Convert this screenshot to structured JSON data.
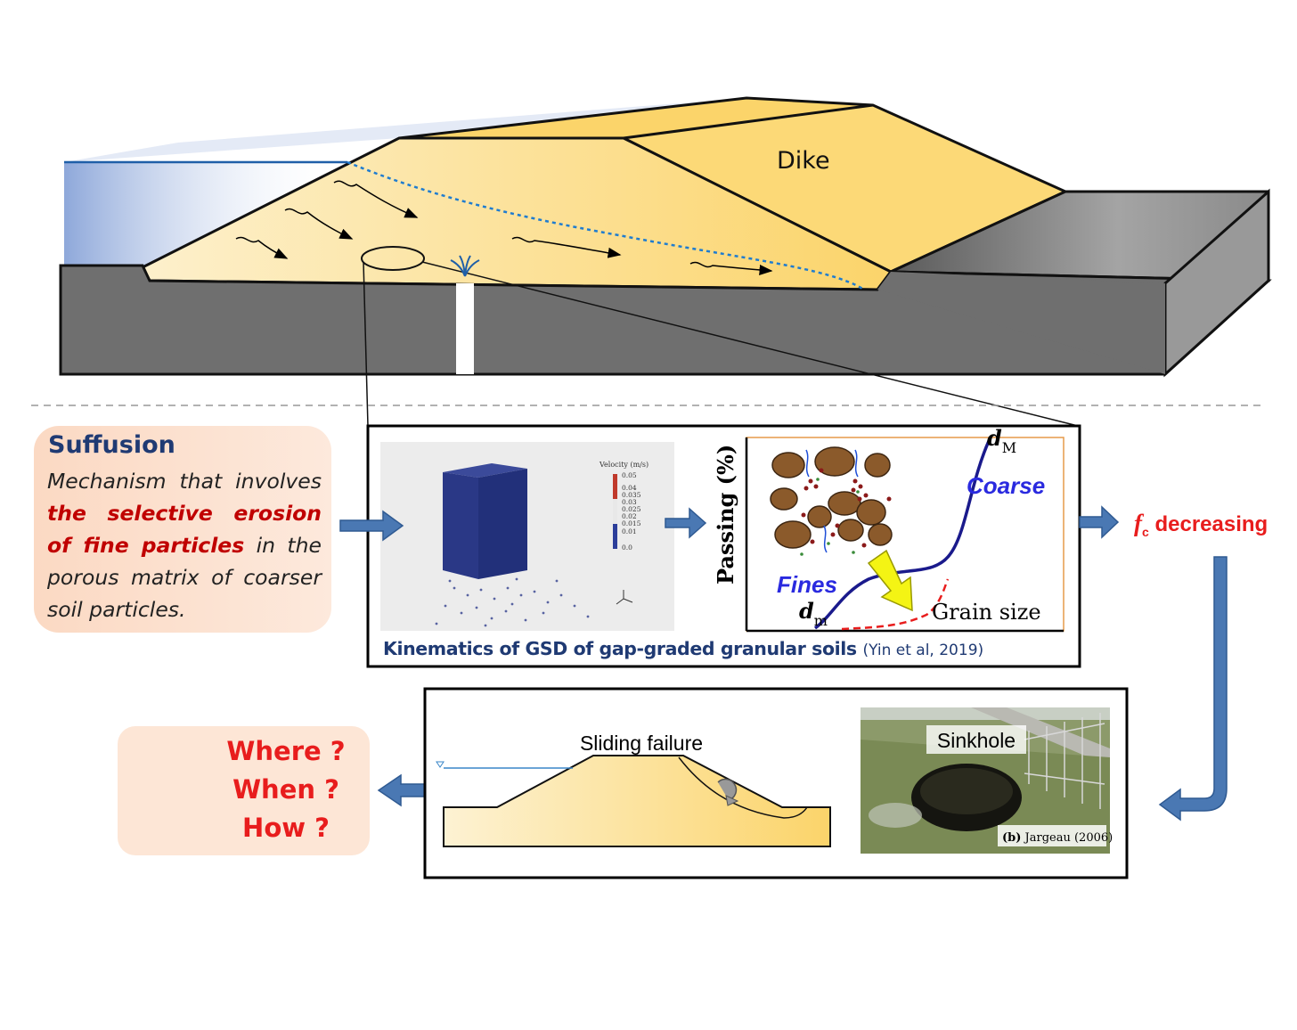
{
  "diagram": {
    "dike_label": "Dike",
    "suffusion": {
      "title": "Suffusion",
      "text_before": "Mechanism that involves ",
      "text_emphasis": "the selective erosion of fine particles",
      "text_after": " in the porous matrix of coarser soil particles."
    },
    "velocity_legend": {
      "title": "Velocity (m/s)",
      "ticks": [
        "0.05",
        "0.04",
        "0.035",
        "0.03",
        "0.025",
        "0.02",
        "0.015",
        "0.01",
        "0.0"
      ]
    },
    "gsd": {
      "y_label": "Passing (%)",
      "x_label": "Grain size",
      "coarse_label": "Coarse",
      "fines_label": "Fines",
      "d_max": "d",
      "d_max_sub": "M",
      "d_min": "d",
      "d_min_sub": "m"
    },
    "kinematics_caption": "Kinematics of GSD of gap-graded granular soils",
    "kinematics_ref": "(Yin et al, 2019)",
    "fc_symbol": "f",
    "fc_subscript": "c",
    "fc_text": " decreasing",
    "failure": {
      "sliding_label": "Sliding failure",
      "sinkhole_label": "Sinkhole",
      "photo_credit_bold": "(b)",
      "photo_credit": " Jargeau (2006)"
    },
    "questions": [
      "Where ?",
      "When ?",
      "How ?"
    ]
  },
  "colors": {
    "dike_sand": "#fcd977",
    "ground_gray": "#6f6f6f",
    "arrow_blue": "#4a78b3",
    "title_navy": "#1f3a73",
    "alert_red": "#e81d1d",
    "panel_peach": "#fde6d6"
  }
}
